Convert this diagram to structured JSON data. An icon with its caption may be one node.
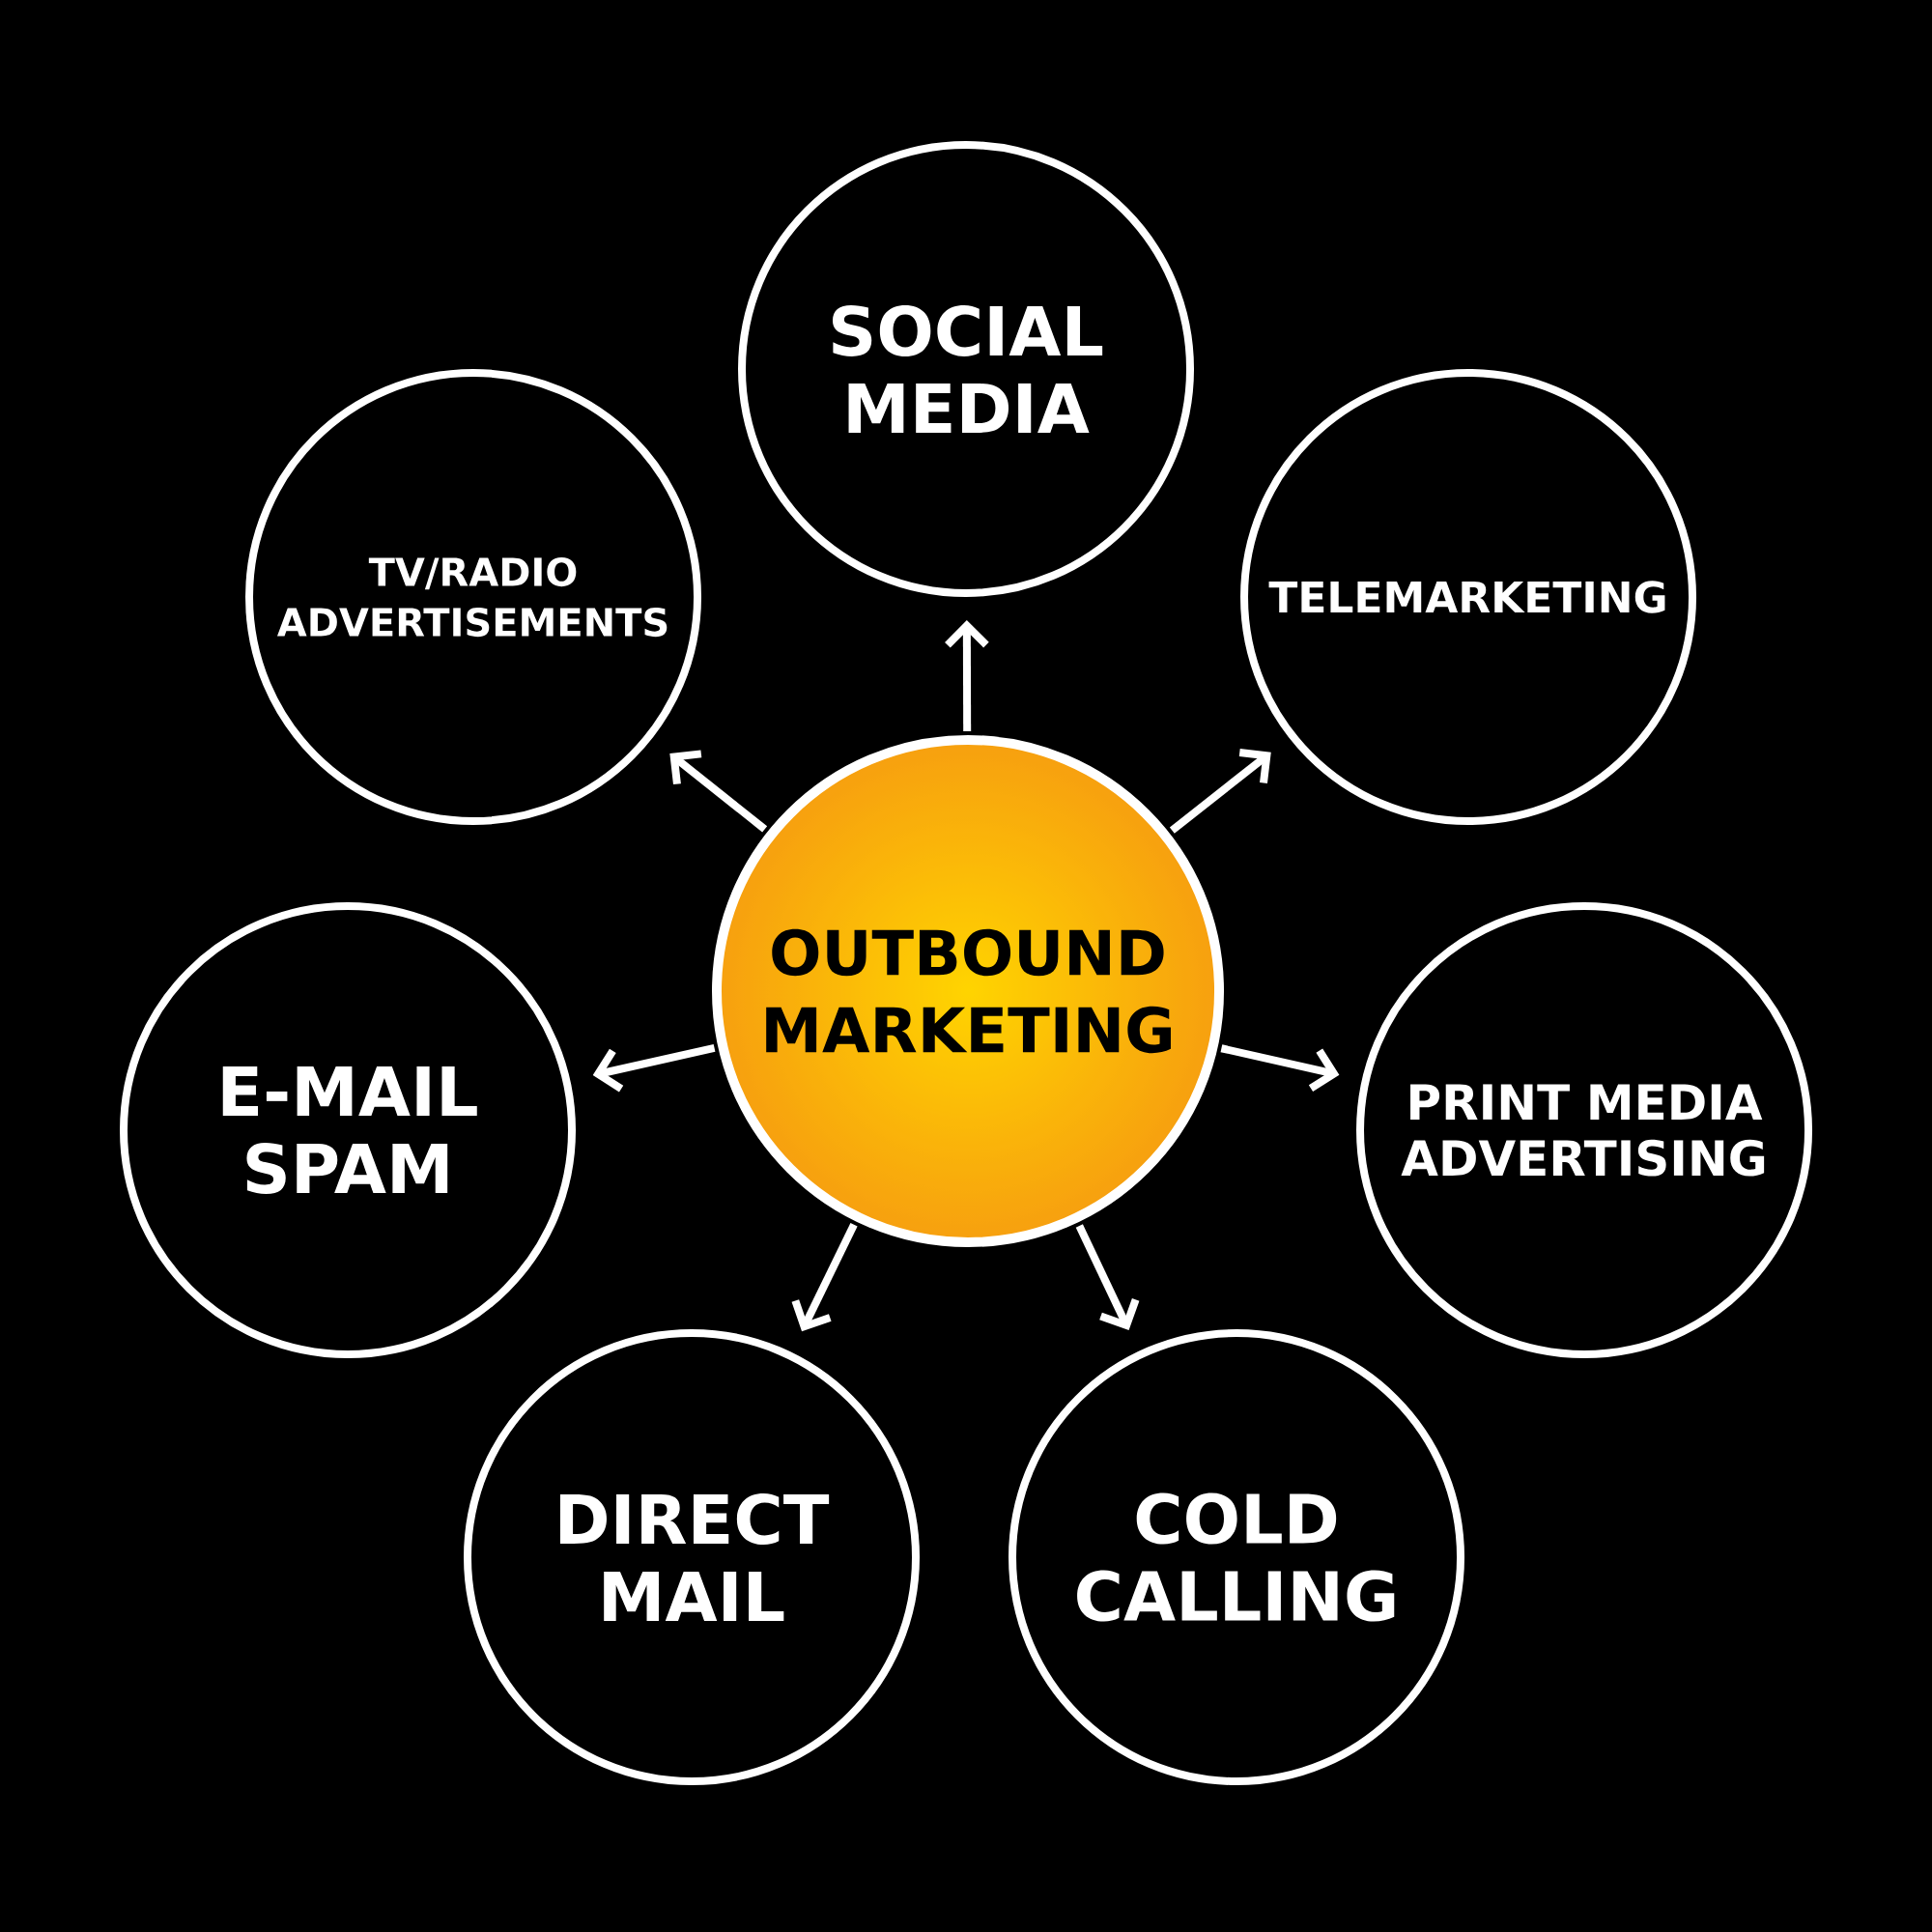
{
  "diagram": {
    "nodes": [
      {
        "text": [
          "OUTBOUND MARKETING"
        ]
      },
      {
        "text": [
          "SOCIAL MEDIA"
        ]
      },
      {
        "text": [
          "TELEMARKETING"
        ]
      },
      {
        "text": [
          "PRINT MEDIA ADVERTISING"
        ]
      },
      {
        "text": [
          "COLD CALLING"
        ]
      },
      {
        "text": [
          "DIRECT MAIL"
        ]
      },
      {
        "text": [
          "E-MAIL SPAM"
        ]
      },
      {
        "text": [
          "TV/RADIO ADVERTISEMENTS"
        ]
      }
    ],
    "edges": [
      {
        "from": 0,
        "to": 1,
        "arrow": "to"
      },
      {
        "from": 0,
        "to": 2,
        "arrow": "to"
      },
      {
        "from": 0,
        "to": 3,
        "arrow": "to"
      },
      {
        "from": 0,
        "to": 4,
        "arrow": "to"
      },
      {
        "from": 0,
        "to": 5,
        "arrow": "to"
      },
      {
        "from": 0,
        "to": 6,
        "arrow": "to"
      },
      {
        "from": 0,
        "to": 7,
        "arrow": "to"
      }
    ]
  }
}
